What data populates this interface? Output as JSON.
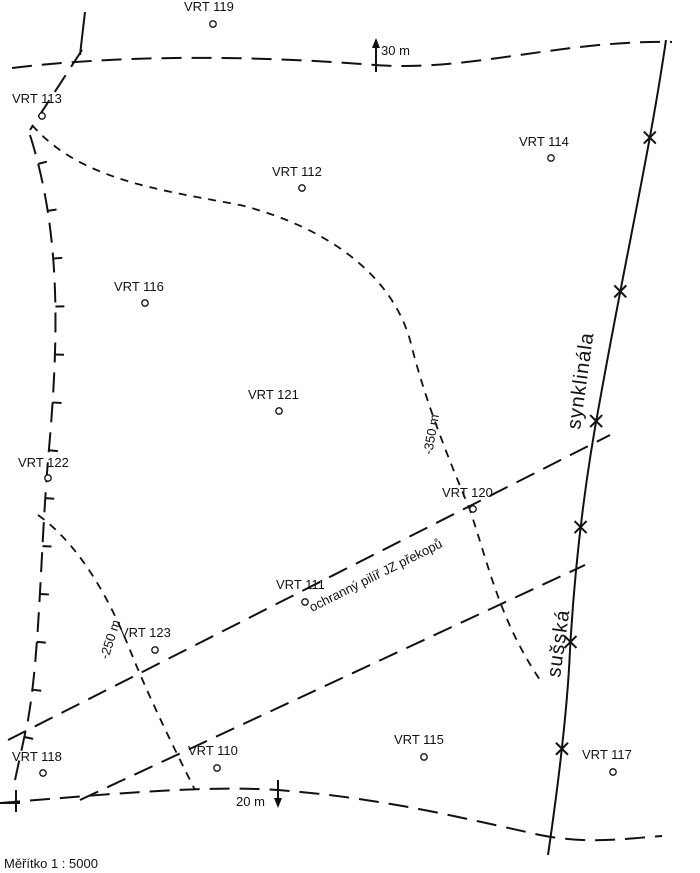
{
  "wells": [
    {
      "label": "VRT 119"
    },
    {
      "label": "VRT 113"
    },
    {
      "label": "VRT 114"
    },
    {
      "label": "VRT 112"
    },
    {
      "label": "VRT 116"
    },
    {
      "label": "VRT 121"
    },
    {
      "label": "VRT 122"
    },
    {
      "label": "VRT 120"
    },
    {
      "label": "VRT 111"
    },
    {
      "label": "VRT 123"
    },
    {
      "label": "VRT 118"
    },
    {
      "label": "VRT 110"
    },
    {
      "label": "VRT 115"
    },
    {
      "label": "VRT 117"
    }
  ],
  "annotations": {
    "top_depth": "30 m",
    "bottom_depth": "20 m",
    "contour_350": "-350 m",
    "contour_250": "-250 m",
    "pillar": "ochranný pilíř JZ překopů",
    "syncline_1": "synklinála",
    "syncline_2": "sušská"
  },
  "scale": "Měřítko 1 : 5000"
}
